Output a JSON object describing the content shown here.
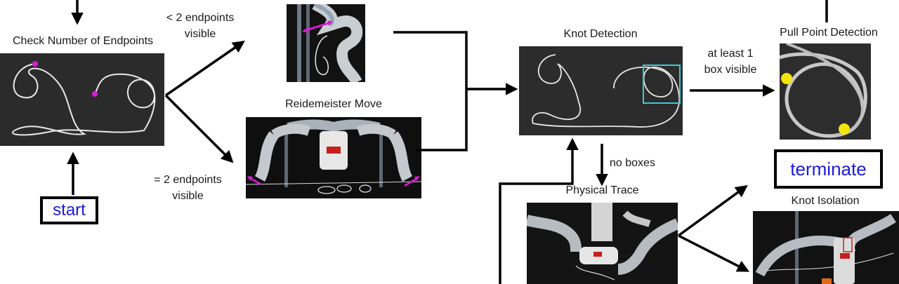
{
  "labels": {
    "check_endpoints": "Check Number of Endpoints",
    "less_than_2": "< 2 endpoints",
    "less_than_2_visible": "visible",
    "reidemeister": "Reidemeister Move",
    "equal_2": "= 2 endpoints",
    "equal_2_visible": "visible",
    "knot_detection": "Knot Detection",
    "at_least_1": "at least 1",
    "box_visible": "box visible",
    "pull_point": "Pull Point Detection",
    "no_boxes": "no boxes",
    "physical_trace": "Physical Trace",
    "knot_isolation": "Knot Isolation"
  },
  "nodes": {
    "start": "start",
    "terminate": "terminate"
  },
  "colors": {
    "endpoint_marker": "#d91ad9",
    "detection_box": "#3cc8d8",
    "pull_point": "#f5e50a",
    "terminal_text": "#1b1bd6",
    "arrow": "#000000"
  }
}
